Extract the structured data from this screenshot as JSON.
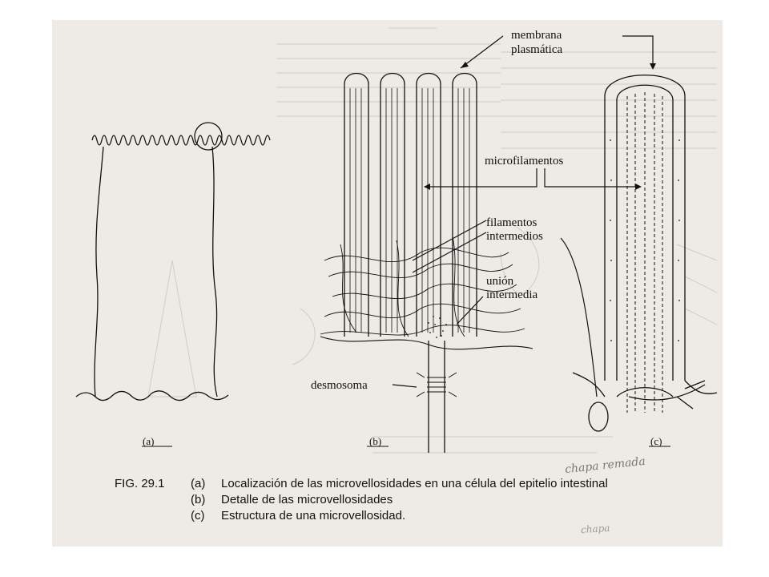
{
  "labels": {
    "membrana": "membrana",
    "plasmatica": "plasmática",
    "microfilamentos": "microfilamentos",
    "filamentos": "filamentos",
    "intermedios": "intermedios",
    "union": "unión",
    "intermedia": "intermedia",
    "desmosoma": "desmosoma"
  },
  "panels": [
    "(a)",
    "(b)",
    "(c)"
  ],
  "caption": {
    "fig": "FIG. 29.1",
    "rows": [
      {
        "letter": "(a)",
        "text": "Localización de las microvellosidades en una célula del epitelio intestinal"
      },
      {
        "letter": "(b)",
        "text": "Detalle de las microvellosidades"
      },
      {
        "letter": "(c)",
        "text": "Estructura de una microvellosidad."
      }
    ]
  },
  "handwriting": [
    "chapa remada",
    "chapa"
  ],
  "colors": {
    "paper": "#eeebe6",
    "ink": "#111111",
    "bleed": "#b9b4ad"
  }
}
